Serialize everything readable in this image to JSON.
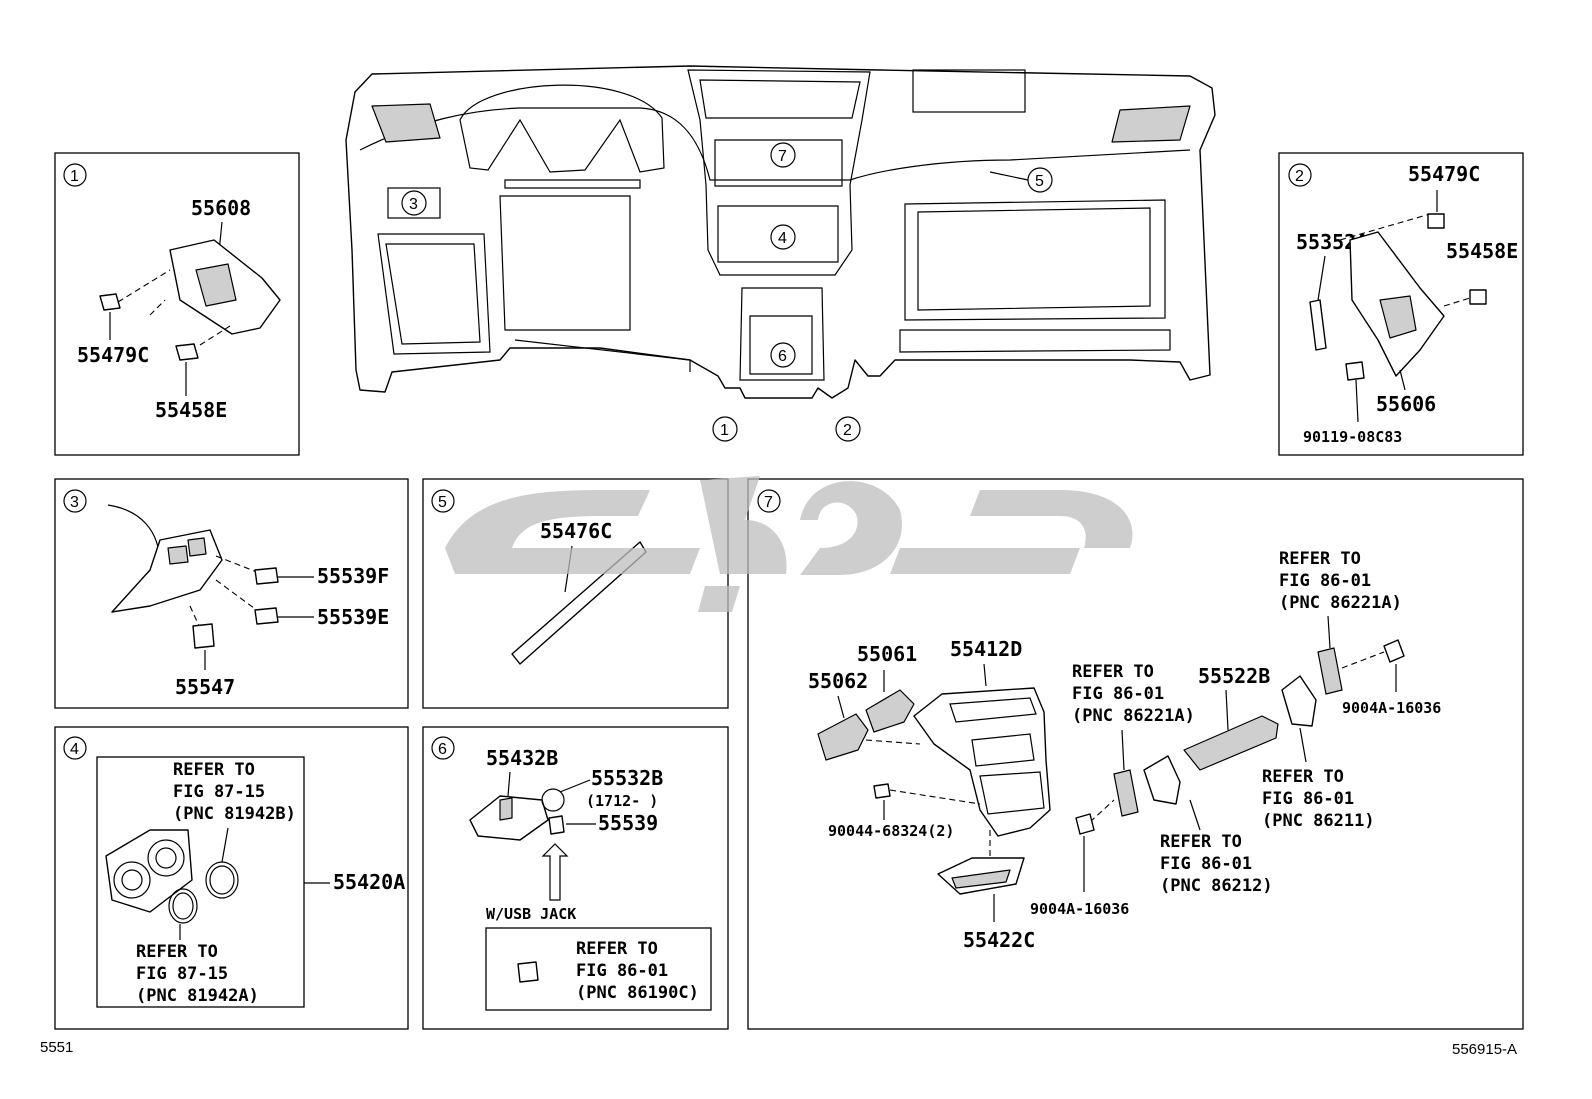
{
  "section_labels": {
    "s1": "1",
    "s2": "2",
    "s3": "3",
    "s4": "4",
    "s5": "5",
    "s6": "6",
    "s7": "7"
  },
  "main_view": {
    "callouts": [
      "7",
      "4",
      "3",
      "5",
      "6",
      "1",
      "2"
    ]
  },
  "panel_1": {
    "part_top": "55608",
    "part_clip": "55479C",
    "part_bolt": "55458E"
  },
  "panel_2": {
    "part_clip": "55479C",
    "part_bracket": "55352A",
    "part_bolt": "55458E",
    "part_panel": "55606",
    "part_screw": "90119-08C83"
  },
  "panel_3": {
    "part_f": "55539F",
    "part_e": "55539E",
    "part_cover": "55547"
  },
  "panel_4": {
    "ref_top_1": "REFER TO",
    "ref_top_2": "FIG 87-15",
    "ref_top_3": "(PNC 81942B)",
    "ref_bot_1": "REFER TO",
    "ref_bot_2": "FIG 87-15",
    "ref_bot_3": "(PNC 81942A)",
    "part_assy": "55420A"
  },
  "panel_5": {
    "part_trim": "55476C"
  },
  "panel_6": {
    "part_box": "55432B",
    "part_plug": "55532B",
    "plug_note": "(1712-    )",
    "part_clip": "55539",
    "usb_label": "W/USB JACK",
    "ref_1": "REFER TO",
    "ref_2": "FIG 86-01",
    "ref_3": "(PNC 86190C)"
  },
  "panel_7": {
    "part_vent_l": "55062",
    "part_vent_r": "55061",
    "part_cluster": "55412D",
    "part_pocket": "55522B",
    "part_clip": "90044-68324(2)",
    "part_tray": "55422C",
    "part_screw_a": "9004A-16036",
    "part_screw_b": "9004A-16036",
    "ref_a_1": "REFER TO",
    "ref_a_2": "FIG 86-01",
    "ref_a_3": "(PNC 86221A)",
    "ref_b_1": "REFER TO",
    "ref_b_2": "FIG 86-01",
    "ref_b_3": "(PNC 86221A)",
    "ref_c_1": "REFER TO",
    "ref_c_2": "FIG 86-01",
    "ref_c_3": "(PNC 86211)",
    "ref_d_1": "REFER TO",
    "ref_d_2": "FIG 86-01",
    "ref_d_3": "(PNC 86212)"
  },
  "footer": {
    "page_code": "5551",
    "figure_code": "556915-A"
  }
}
